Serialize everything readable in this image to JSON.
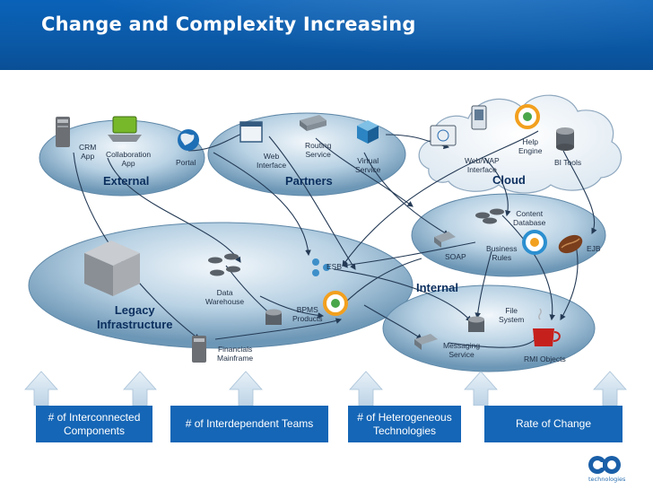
{
  "title": "Change and Complexity Increasing",
  "groups": {
    "external": "External",
    "partners": "Partners",
    "cloud": "Cloud",
    "internal": "Internal",
    "legacy": "Legacy\nInfrastructure"
  },
  "nodes": {
    "crm_app": "CRM\nApp",
    "collaboration_app": "Collaboration\nApp",
    "portal": "Portal",
    "web_interface": "Web\nInterface",
    "routing_service": "Routing\nService",
    "virtual_service": "Virtual\nService",
    "web_wap_interface": "Web/WAP\nInterface",
    "help_engine": "Help\nEngine",
    "bi_tools": "BI Tools",
    "content_database": "Content\nDatabase",
    "business_rules": "Business\nRules",
    "ejb": "EJB",
    "soap": "SOAP",
    "esb": "ESB",
    "data_warehouse": "Data\nWarehouse",
    "bpms_products": "BPMS\nProducts",
    "financials_mainframe": "Financials\nMainframe",
    "file_system": "File\nSystem",
    "messaging_service": "Messaging\nService",
    "rmi_objects": "RMI Objects"
  },
  "factors": [
    "# of Interconnected\nComponents",
    "# of Interdependent Teams",
    "# of Heterogeneous\nTechnologies",
    "Rate of Change"
  ],
  "logo": {
    "mark": "ca",
    "word": "technologies"
  },
  "colors": {
    "header_blue": "#0a5aa8",
    "box_blue": "#1566b6",
    "label_navy": "#0b2f5e"
  }
}
